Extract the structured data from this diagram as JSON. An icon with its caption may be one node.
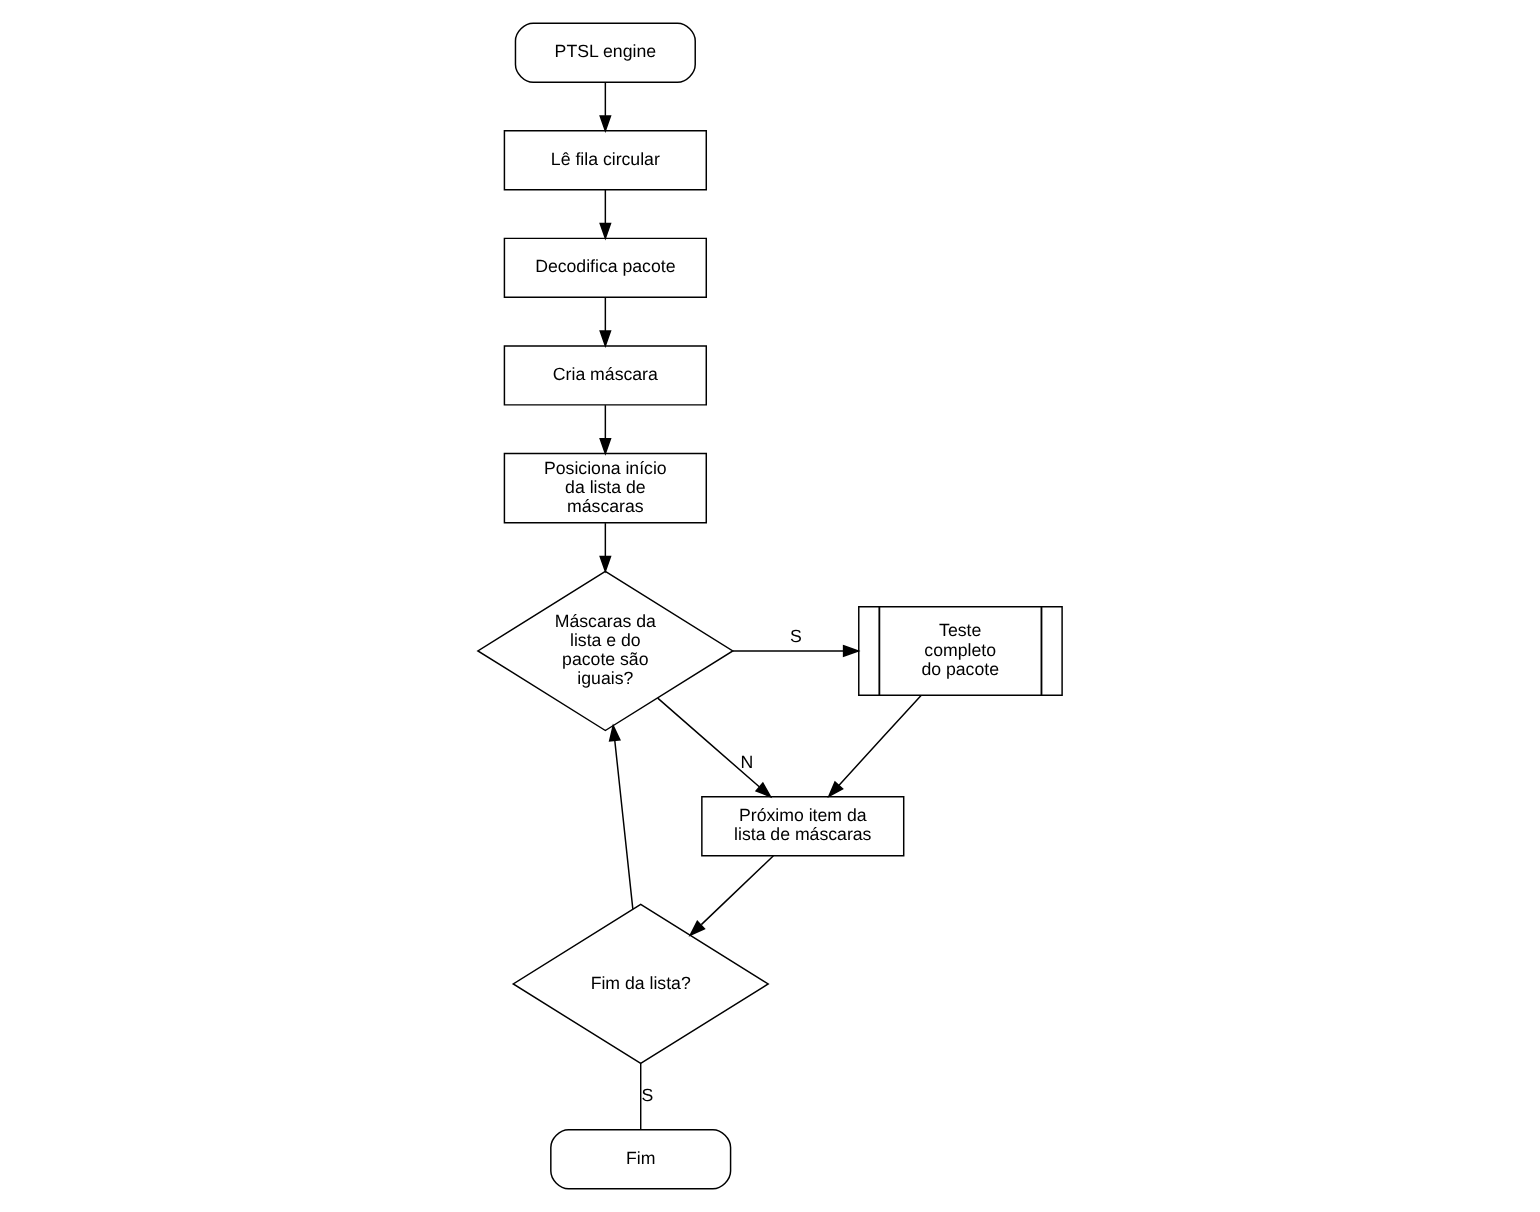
{
  "diagram": {
    "nodes": [
      {
        "text": [
          "PTSL engine"
        ]
      },
      {
        "text": [
          "Lê fila circular"
        ]
      },
      {
        "text": [
          "Decodifica pacote"
        ]
      },
      {
        "text": [
          "Cria máscara"
        ]
      },
      {
        "text": [
          "Posiciona início da lista de máscaras"
        ]
      },
      {
        "text": [
          "Máscaras da lista e do pacote são iguais?"
        ]
      },
      {
        "text": [
          "Teste completo do pacote"
        ]
      },
      {
        "text": [
          "Próximo item da lista de máscaras"
        ]
      },
      {
        "text": [
          "Fim da lista?"
        ]
      },
      {
        "text": [
          "Fim"
        ]
      }
    ],
    "edges": [
      {
        "from": 0,
        "to": 1,
        "arrow": "to"
      },
      {
        "from": 1,
        "to": 2,
        "arrow": "to"
      },
      {
        "from": 2,
        "to": 3,
        "arrow": "to"
      },
      {
        "from": 3,
        "to": 4,
        "arrow": "to"
      },
      {
        "from": 4,
        "to": 5,
        "arrow": "to"
      },
      {
        "from": 5,
        "to": 6,
        "arrow": "to",
        "label": "S"
      },
      {
        "from": 5,
        "to": 7,
        "arrow": "to",
        "label": "N"
      },
      {
        "from": 6,
        "to": 7,
        "arrow": "to"
      },
      {
        "from": 7,
        "to": 8,
        "arrow": "to"
      },
      {
        "from": 8,
        "to": 5,
        "arrow": "to"
      },
      {
        "from": 8,
        "to": 9,
        "arrow": "none",
        "label": "S"
      }
    ]
  }
}
